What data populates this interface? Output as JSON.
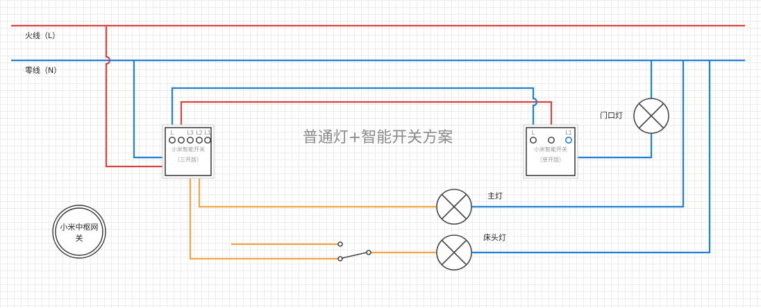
{
  "title": "普通灯+智能开关方案",
  "lines": {
    "live": "火线（L）",
    "neutral": "零线（N）"
  },
  "switch_triple": {
    "name": "小米智能开关",
    "variant": "（三开版）",
    "terminals": [
      "L",
      "L3",
      "L2",
      "L1"
    ]
  },
  "switch_single": {
    "name": "小米智能开关",
    "variant": "（单开版）",
    "terminals": [
      "L",
      "L1"
    ]
  },
  "lamps": {
    "door": "门口灯",
    "main": "主灯",
    "bedside": "床头灯"
  },
  "gateway": {
    "line1": "小米中枢网",
    "line2": "关"
  },
  "colors": {
    "live": "#d9413f",
    "neutral": "#1f7fd2",
    "load": "#f0a642",
    "device": "#444444"
  }
}
